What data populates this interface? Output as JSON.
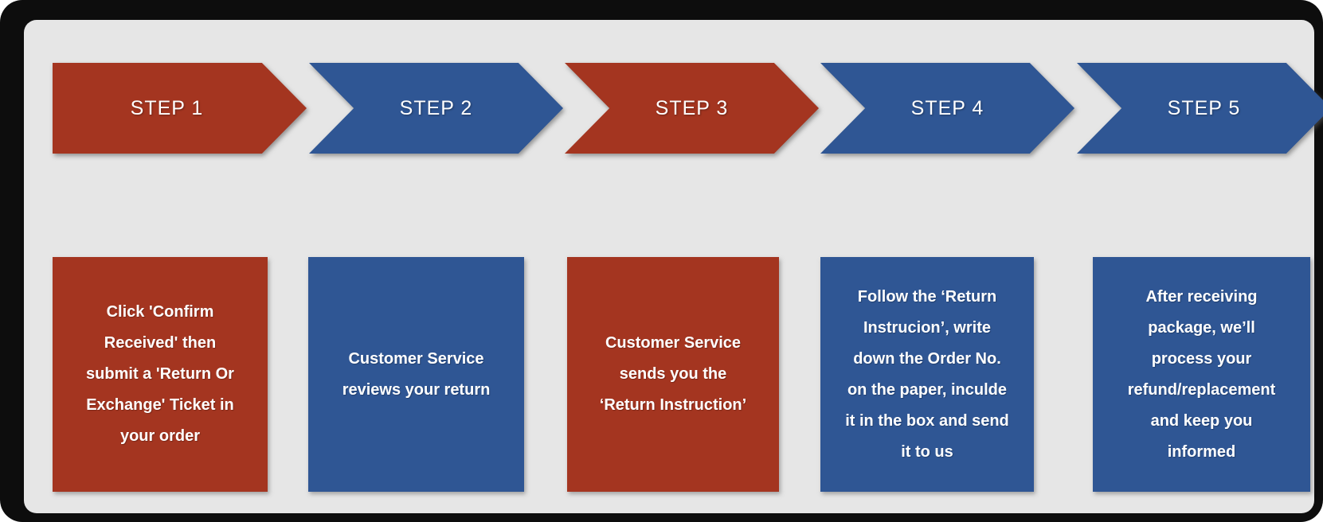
{
  "colors": {
    "red": "#A43520",
    "blue": "#2F5694",
    "panel_background": "#E6E6E6",
    "frame_background": "#0D0D0D",
    "text": "#FFFFFF"
  },
  "steps": [
    {
      "label": "STEP 1",
      "color": "red",
      "description": "Click 'Confirm\nReceived' then\nsubmit a 'Return Or\nExchange' Ticket in\nyour order"
    },
    {
      "label": "STEP 2",
      "color": "blue",
      "description": "Customer Service\nreviews your return"
    },
    {
      "label": "STEP 3",
      "color": "red",
      "description": "Customer Service\nsends you the\n‘Return Instruction’"
    },
    {
      "label": "STEP 4",
      "color": "blue",
      "description": "Follow the ‘Return\nInstrucion’, write\ndown the Order No.\non the paper, inculde\nit in the box and send\nit to us"
    },
    {
      "label": "STEP 5",
      "color": "blue",
      "description": "After receiving\npackage, we’ll\nprocess your\nrefund/replacement\nand keep you\ninformed"
    }
  ]
}
